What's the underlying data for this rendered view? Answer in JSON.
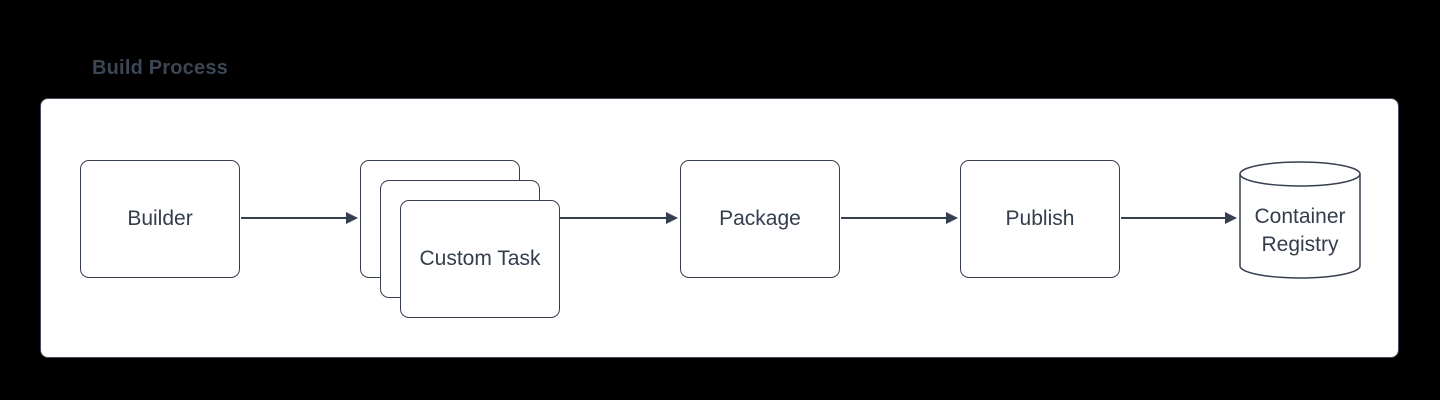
{
  "diagram": {
    "title": "Build Process",
    "colors": {
      "background": "#000000",
      "canvas_fill": "#ffffff",
      "stroke": "#363f4f",
      "text": "#343d4c",
      "title_text": "#3d4654"
    },
    "nodes": [
      {
        "id": "builder",
        "label": "Builder",
        "shape": "rounded-rect"
      },
      {
        "id": "custom-task",
        "label": "Custom Task",
        "shape": "stacked-rounded-rect",
        "copies": 3
      },
      {
        "id": "package",
        "label": "Package",
        "shape": "rounded-rect"
      },
      {
        "id": "publish",
        "label": "Publish",
        "shape": "rounded-rect"
      },
      {
        "id": "container-registry",
        "label": "Container Registry",
        "label_lines": [
          "Container",
          "Registry"
        ],
        "shape": "cylinder"
      }
    ],
    "edges": [
      {
        "from": "builder",
        "to": "custom-task"
      },
      {
        "from": "custom-task",
        "to": "package"
      },
      {
        "from": "package",
        "to": "publish"
      },
      {
        "from": "publish",
        "to": "container-registry"
      }
    ]
  }
}
